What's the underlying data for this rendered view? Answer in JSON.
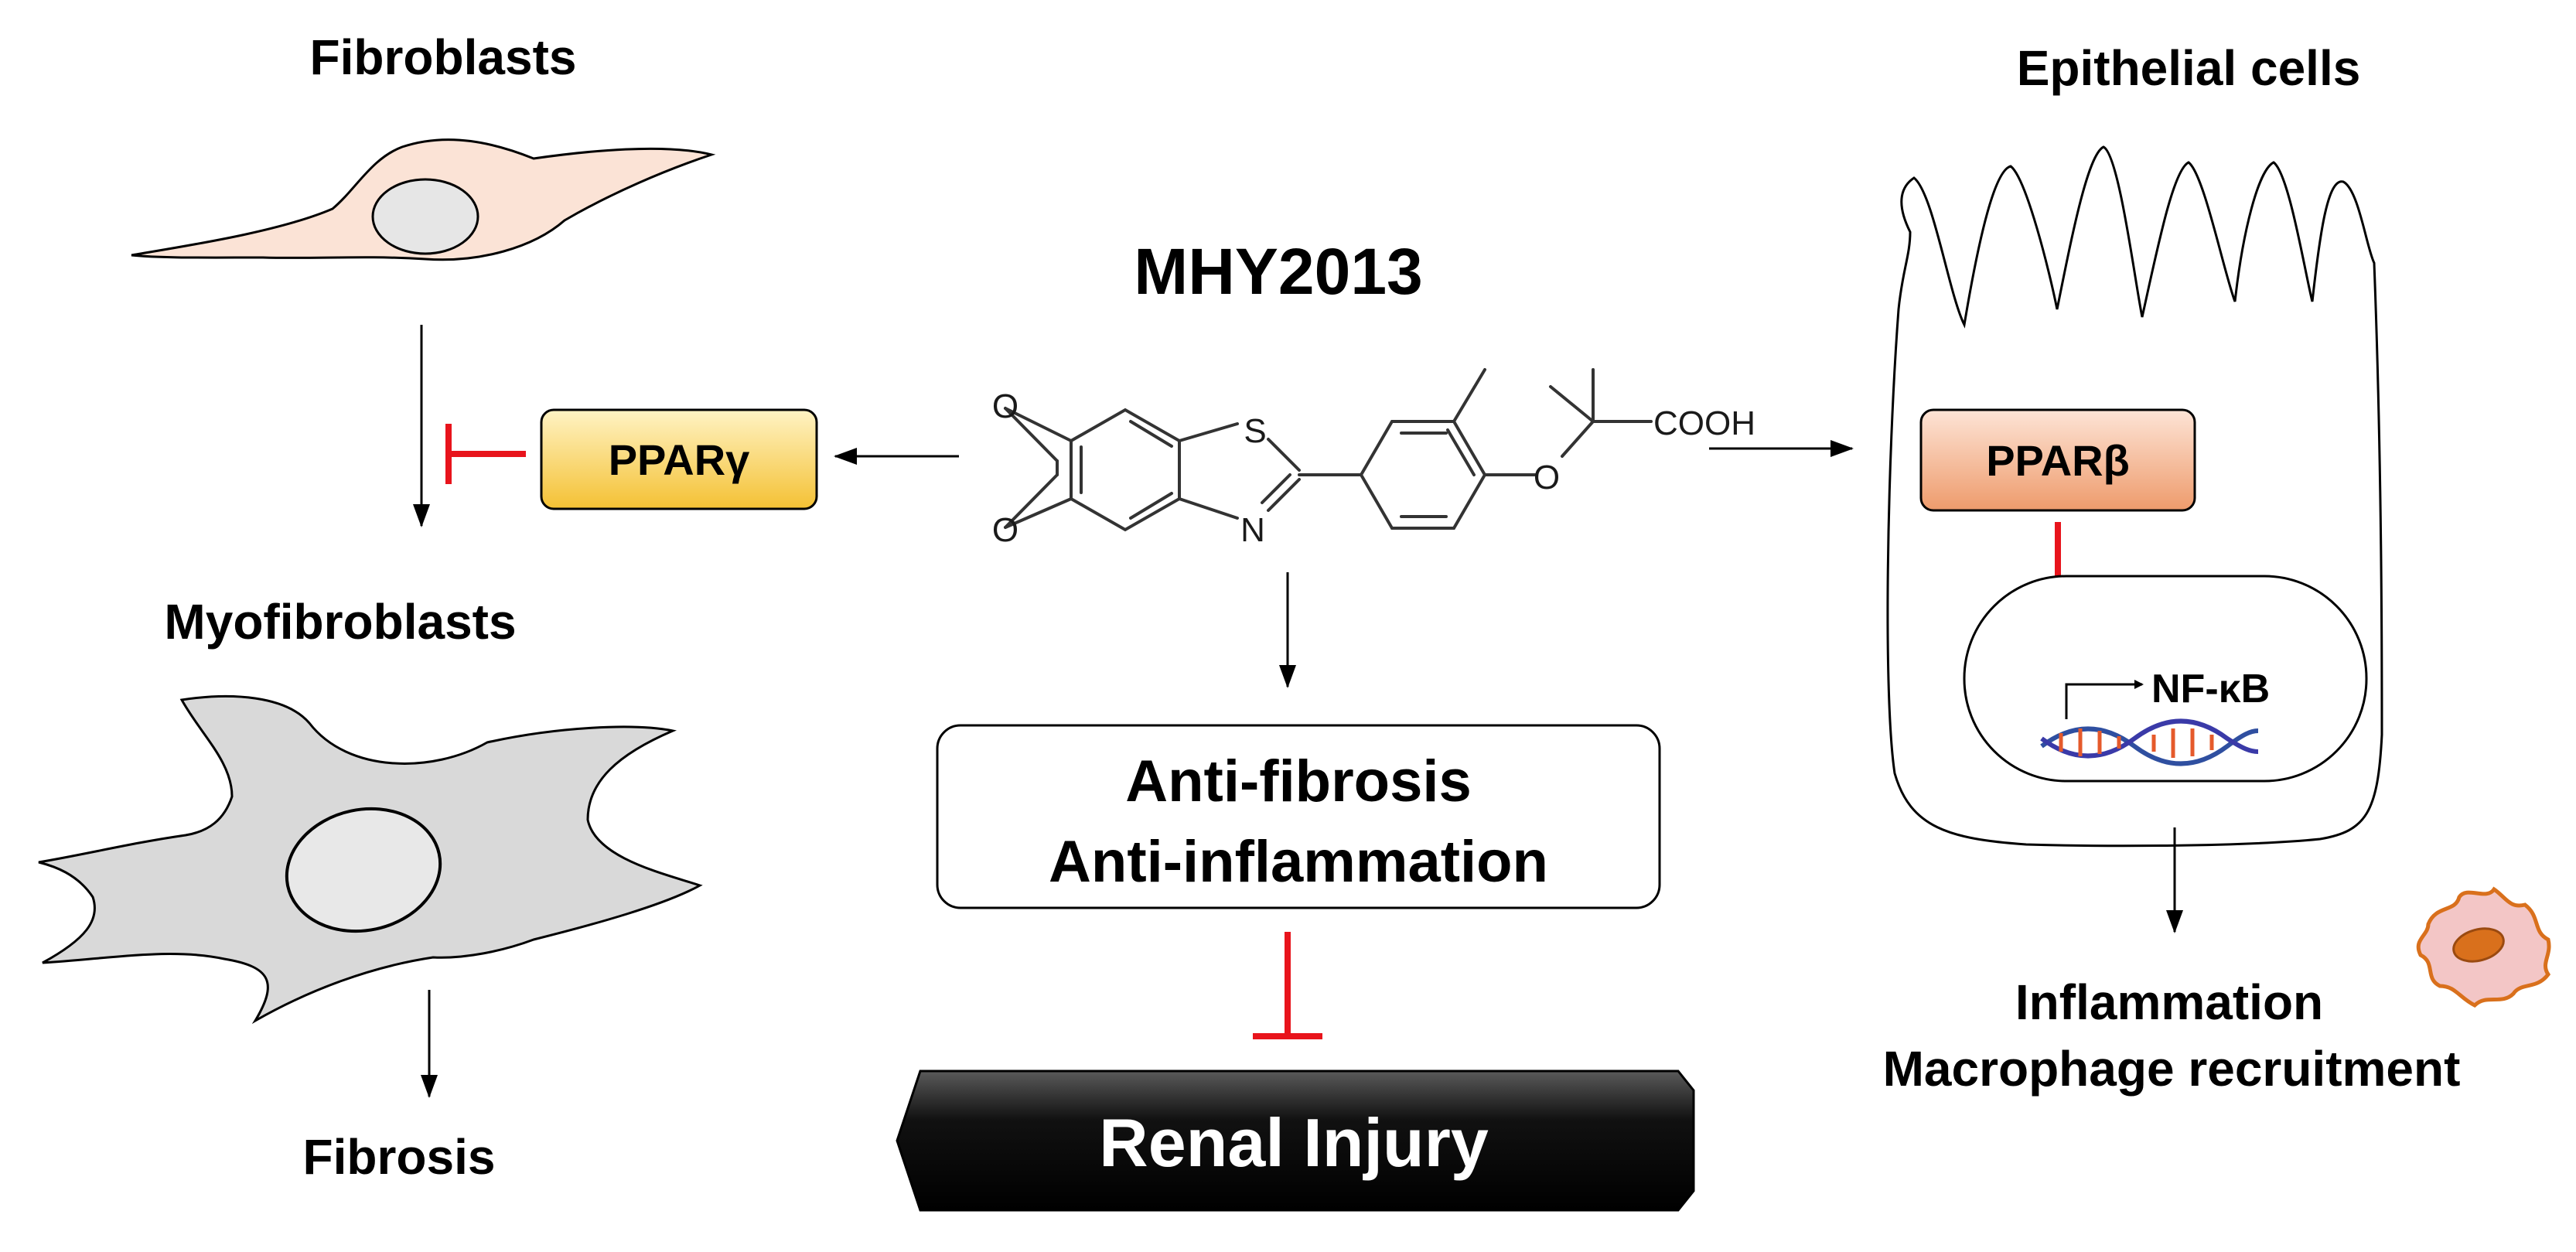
{
  "left": {
    "fibroblasts": "Fibroblasts",
    "myofibroblasts": "Myofibroblasts",
    "fibrosis": "Fibrosis",
    "ppar_gamma": "PPARγ"
  },
  "center": {
    "compound": "MHY2013",
    "effect_line1": "Anti-fibrosis",
    "effect_line2": "Anti-inflammation",
    "outcome": "Renal Injury",
    "chem_labels": {
      "o_top": "O",
      "o_bottom": "O",
      "s": "S",
      "n": "N",
      "o_ether": "O",
      "cooh": "COOH"
    }
  },
  "right": {
    "epithelial": "Epithelial cells",
    "ppar_beta": "PPARβ",
    "nfkb": "NF-κB",
    "result_line1": "Inflammation",
    "result_line2": "Macrophage recruitment"
  },
  "colors": {
    "inhibit": "#e8141c",
    "ppar_gamma_fill": "#f5c53a",
    "ppar_beta_fill": "#f0a277",
    "fibroblast_fill": "#fbe3d6",
    "myofibroblast_fill": "#d9d9d9",
    "renal_fill": "#000000",
    "macrophage_fill": "#f3c6c6",
    "macrophage_nucleus": "#d9701c"
  }
}
